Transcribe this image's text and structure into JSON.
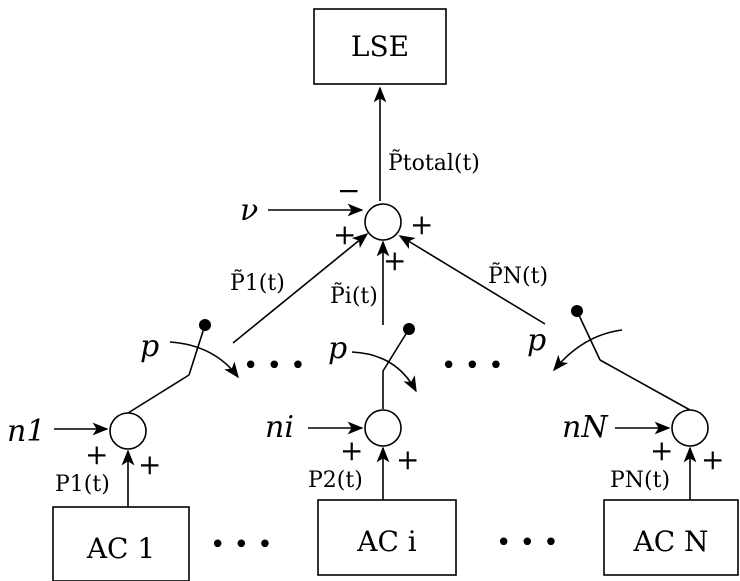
{
  "colors": {
    "ink": "#000000",
    "background": "#ffffff"
  },
  "lse": {
    "label": "LSE"
  },
  "ac_units": [
    {
      "label": "AC 1"
    },
    {
      "label": "AC i"
    },
    {
      "label": "AC N"
    }
  ],
  "ac_separators": [
    "• • •",
    "• • •"
  ],
  "signals": {
    "p_total": "P̃total(t)",
    "p1_tilde": "P̃1(t)",
    "pi_tilde": "P̃i(t)",
    "pn_tilde": "P̃N(t)",
    "p1": "P1(t)",
    "p2": "P2(t)",
    "pn": "PN(t)"
  },
  "inputs": {
    "nu": "ν",
    "n1": "n1",
    "ni": "ni",
    "nN": "nN",
    "p": "p"
  },
  "signs": {
    "minus": "−",
    "plus": "+"
  },
  "switch_separator": "• • •"
}
